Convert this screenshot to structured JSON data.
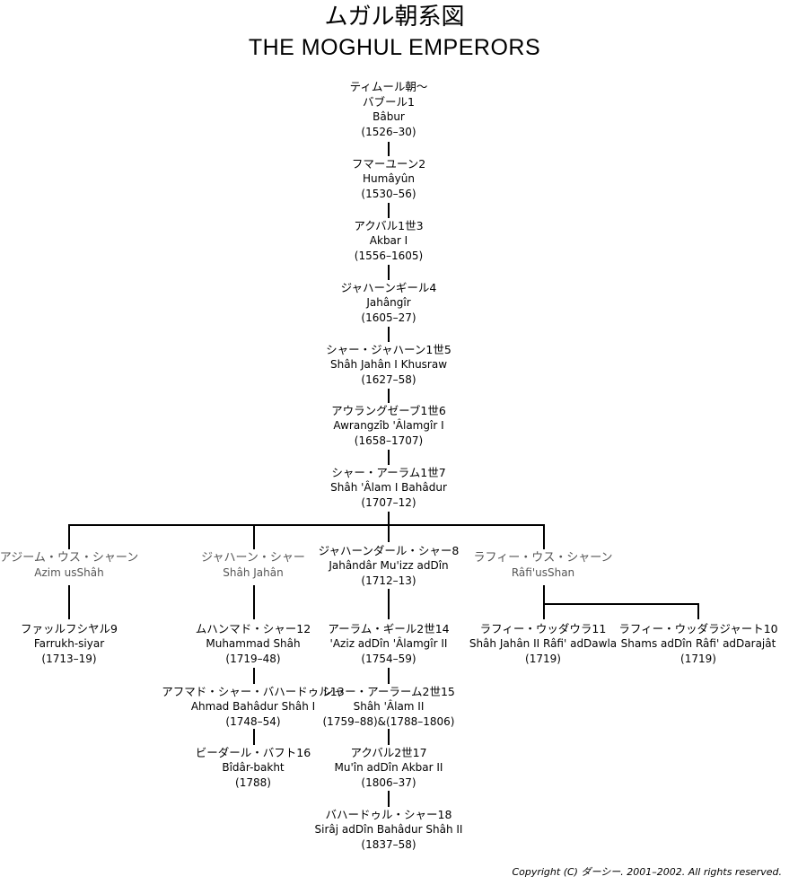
{
  "title": {
    "ja": "ムガル朝系図",
    "en": "THE MOGHUL EMPERORS"
  },
  "nodes": {
    "timur": {
      "ja": "ティムール朝〜",
      "name": "バブール1",
      "roman": "Bâbur",
      "years": "(1526–30)"
    },
    "humayun": {
      "ja": "フマーユーン2",
      "roman": "Humâyûn",
      "years": "(1530–56)"
    },
    "akbar1": {
      "ja": "アクバル1世3",
      "roman": "Akbar I",
      "years": "(1556–1605)"
    },
    "jahangir": {
      "ja": "ジャハーンギール4",
      "roman": "Jahângîr",
      "years": "(1605–27)"
    },
    "shahjahan1": {
      "ja": "シャー・ジャハーン1世5",
      "roman": "Shâh Jahân I Khusraw",
      "years": "(1627–58)"
    },
    "aurangzeb": {
      "ja": "アウラングゼーブ1世6",
      "roman": "Awrangzîb 'Âlamgîr I",
      "years": "(1658–1707)"
    },
    "shahalam1": {
      "ja": "シャー・アーラム1世7",
      "roman": "Shâh 'Âlam I Bahâdur",
      "years": "(1707–12)"
    },
    "azim": {
      "ja": "アジーム・ウス・シャーン",
      "roman": "Azim usShâh"
    },
    "shahjahan_s": {
      "ja": "ジャハーン・シャー",
      "roman": "Shâh Jahân"
    },
    "jahandar": {
      "ja": "ジャハーンダール・シャー8",
      "roman": "Jahândâr Mu'izz adDîn",
      "years": "(1712–13)"
    },
    "rafi": {
      "ja": "ラフィー・ウス・シャーン",
      "roman": "Râfi'usShan"
    },
    "farrukh": {
      "ja": "ファッルフシヤル9",
      "roman": "Farrukh-siyar",
      "years": "(1713–19)"
    },
    "muhammad": {
      "ja": "ムハンマド・シャー12",
      "roman": "Muhammad Shâh",
      "years": "(1719–48)"
    },
    "ahmad": {
      "ja": "アフマド・シャー・バハードゥル13",
      "roman": "Ahmad Bahâdur Shâh I",
      "years": "(1748–54)"
    },
    "bidar": {
      "ja": "ビーダール・バフト16",
      "roman": "Bîdâr-bakht",
      "years": "(1788)"
    },
    "alamgir2": {
      "ja": "アーラム・ギール2世14",
      "roman": "'Aziz adDîn 'Âlamgîr II",
      "years": "(1754–59)"
    },
    "shahalam2": {
      "ja": "シャー・アーラーム2世15",
      "roman": "Shâh 'Âlam II",
      "years": "(1759–88)&(1788–1806)"
    },
    "akbar2": {
      "ja": "アクバル2世17",
      "roman": "Mu'în adDîn Akbar II",
      "years": "(1806–37)"
    },
    "bahadur2": {
      "ja": "バハードゥル・シャー18",
      "roman": "Sirâj adDîn Bahâdur Shâh II",
      "years": "(1837–58)"
    },
    "rafidawla": {
      "ja": "ラフィー・ウッダウラ11",
      "roman": "Shâh Jahân II Râfi' adDawla",
      "years": "(1719)"
    },
    "rafidaraj": {
      "ja": "ラフィー・ウッダラジャート10",
      "roman": "Shams adDîn Râfi' adDarajât",
      "years": "(1719)"
    }
  },
  "copyright": "Copyright (C) ダーシー. 2001–2002. All rights reserved."
}
